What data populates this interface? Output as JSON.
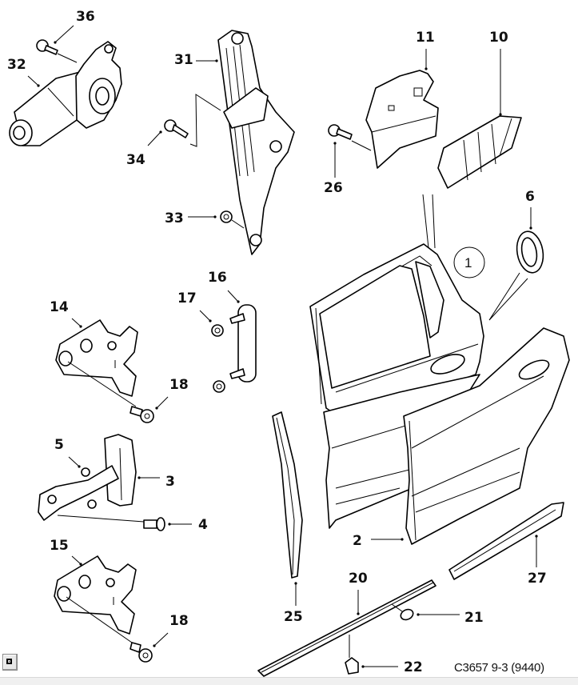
{
  "diagram": {
    "caption": "C3657 9-3 (9440)",
    "subject": "Rear door parts exploded view",
    "callouts": {
      "c36": "36",
      "c32": "32",
      "c31": "31",
      "c34": "34",
      "c33": "33",
      "c11": "11",
      "c10": "10",
      "c26": "26",
      "c6": "6",
      "c1": "1",
      "c16": "16",
      "c17": "17",
      "c14": "14",
      "c18a": "18",
      "c5": "5",
      "c3": "3",
      "c4": "4",
      "c15": "15",
      "c18b": "18",
      "c2": "2",
      "c27": "27",
      "c25": "25",
      "c20": "20",
      "c21": "21",
      "c22": "22"
    },
    "parts": [
      {
        "id": "32",
        "name": "window-regulator-motor"
      },
      {
        "id": "36",
        "name": "motor-screw"
      },
      {
        "id": "31",
        "name": "window-regulator"
      },
      {
        "id": "34",
        "name": "regulator-screw"
      },
      {
        "id": "33",
        "name": "regulator-nut"
      },
      {
        "id": "11",
        "name": "insulation-panel"
      },
      {
        "id": "10",
        "name": "trim-block"
      },
      {
        "id": "26",
        "name": "panel-screw"
      },
      {
        "id": "6",
        "name": "grommet"
      },
      {
        "id": "1",
        "name": "door-assembly"
      },
      {
        "id": "16",
        "name": "stud-plate"
      },
      {
        "id": "17",
        "name": "nut"
      },
      {
        "id": "14",
        "name": "upper-hinge"
      },
      {
        "id": "15",
        "name": "lower-hinge"
      },
      {
        "id": "18",
        "name": "hinge-bolt"
      },
      {
        "id": "3",
        "name": "door-check-strap"
      },
      {
        "id": "4",
        "name": "check-strap-bolt"
      },
      {
        "id": "5",
        "name": "check-strap-nut"
      },
      {
        "id": "2",
        "name": "door-shell"
      },
      {
        "id": "25",
        "name": "weatherstrip"
      },
      {
        "id": "27",
        "name": "side-moulding"
      },
      {
        "id": "20",
        "name": "sill-strip"
      },
      {
        "id": "21",
        "name": "plug"
      },
      {
        "id": "22",
        "name": "clip"
      }
    ]
  },
  "controls": {
    "fit_icon": "fit-to-window"
  }
}
